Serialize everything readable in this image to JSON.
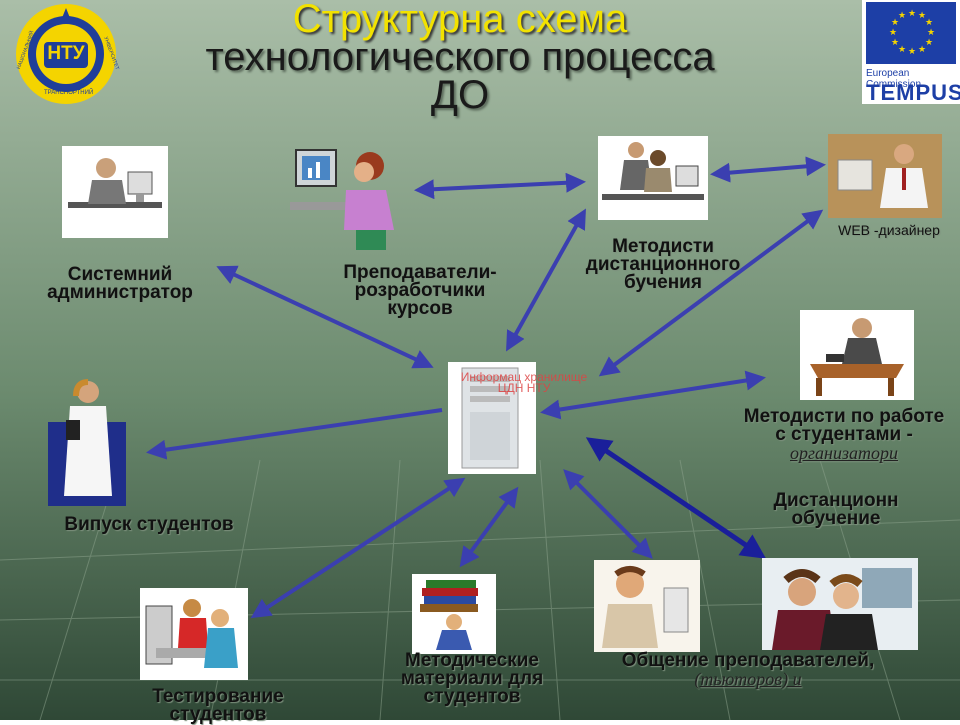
{
  "title": {
    "line1": "Структурна схема",
    "line2": "технологического процесса",
    "line3": "ДО"
  },
  "logos": {
    "ntu": {
      "text": "НТУ",
      "ring_top": "НАЦІОНАЛЬНИЙ",
      "ring_bottom": "ТРАНСПОРТНИЙ",
      "ring_right": "УНІВЕРСИТЕТ"
    },
    "eu": {
      "caption": "European Commission",
      "brand": "TEMPUS"
    }
  },
  "nodes": {
    "sysadmin": {
      "line1": "Системний",
      "line2": "администратор"
    },
    "teachers": {
      "line1": "Преподаватели-",
      "line2": "розработчики",
      "line3": "курсов"
    },
    "methodists_do": {
      "line1": "Методисти",
      "line2": "дистанционного",
      "line3": "бучения"
    },
    "web_designer": {
      "line1": "WEB -дизайнер"
    },
    "methodists_students": {
      "line1": "Методисти по работе",
      "line2": "с студентами -",
      "sub": "организатори"
    },
    "distance_learning": {
      "line1": "Дистанционн",
      "line2": "обучение"
    },
    "graduates": {
      "line1": "Випуск студентов"
    },
    "testing": {
      "line1": "Тестирование",
      "line2": "студентов"
    },
    "materials": {
      "line1": "Методические",
      "line2": "материали для",
      "line3": "студентов"
    },
    "communication": {
      "line1": "Общение преподавателей,",
      "sub": "(тьюторов) и"
    },
    "server": {
      "line1": "Информац хранилище",
      "line2": "ЦДН НТУ"
    }
  },
  "colors": {
    "background_top": "#a8bca6",
    "background_bottom": "#3f5a45",
    "arrow": "#3b3fb0",
    "title_yellow": "#f2e200"
  }
}
